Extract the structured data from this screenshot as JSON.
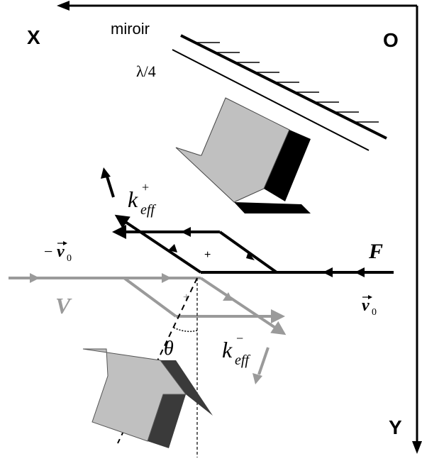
{
  "axes": {
    "x_label": "X",
    "origin_label": "O",
    "y_label": "Y"
  },
  "mirror": {
    "label": "miroir",
    "plate_label": "λ/4"
  },
  "beams": {
    "k_plus": {
      "base": "k",
      "sub": "eff",
      "sup": "+"
    },
    "k_minus": {
      "base": "k",
      "sub": "eff",
      "sup": "−"
    },
    "plus_marker": "+",
    "plus_marker_gray": "+"
  },
  "labels": {
    "F": "F",
    "V": "V",
    "minus_v0": "−",
    "v0_left": "v",
    "v0_left_sub": "0",
    "v0_right": "v",
    "v0_right_sub": "0",
    "theta": "θ"
  },
  "colors": {
    "black": "#000000",
    "gray": "#9a9a9a",
    "light_gray": "#bfbfbf",
    "dark_gray": "#3a3a3a"
  }
}
